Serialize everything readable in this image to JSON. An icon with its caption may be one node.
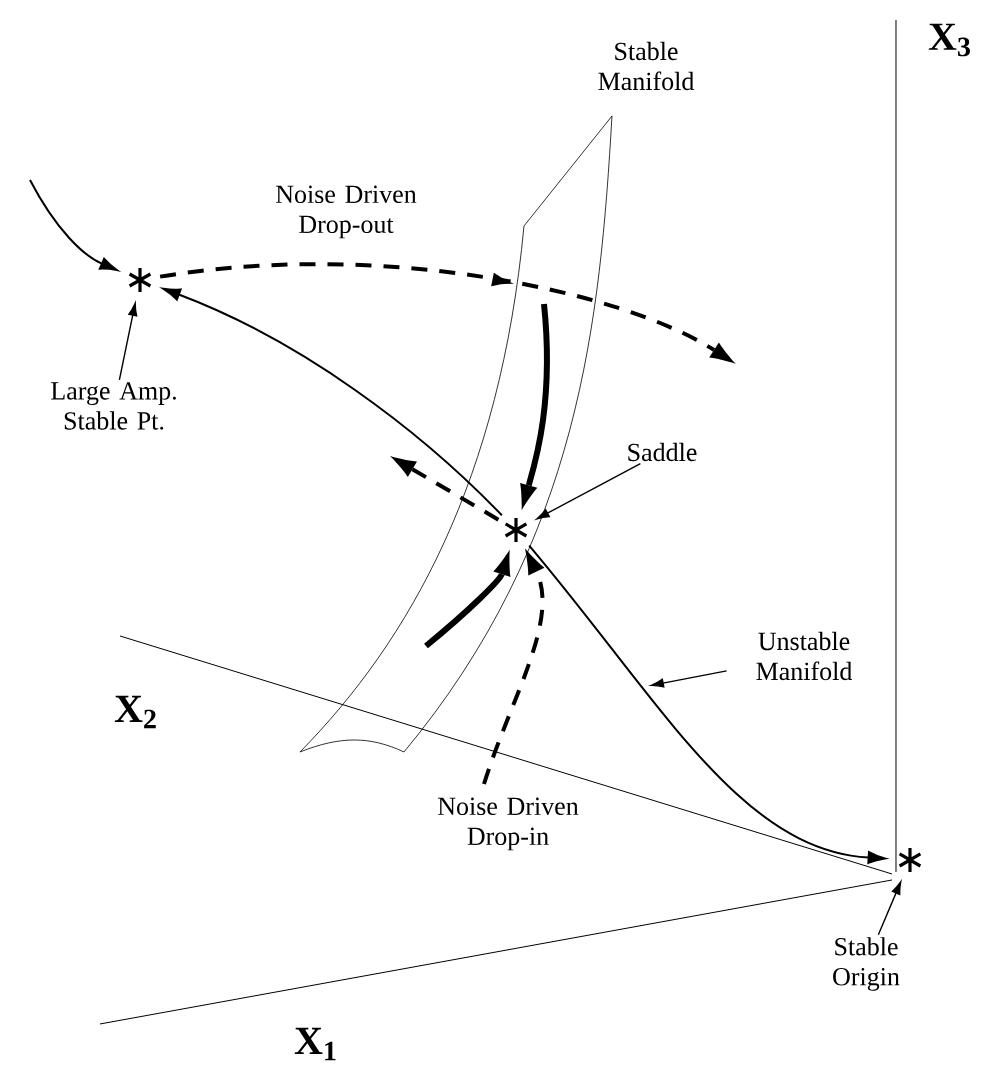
{
  "diagram": {
    "nodes": [
      {
        "text": [],
        "shape": "asterisk"
      },
      {
        "text": [],
        "shape": "asterisk"
      },
      {
        "text": [],
        "shape": "asterisk"
      },
      {
        "text": [
          "Large Amp. Stable Pt."
        ]
      },
      {
        "text": [
          "Saddle"
        ]
      },
      {
        "text": [
          "Unstable Manifold"
        ]
      },
      {
        "text": [
          "Stable Origin"
        ]
      }
    ],
    "edges": [
      {
        "from": null,
        "to": 0,
        "arrow": "to"
      },
      {
        "from": 1,
        "to": 0,
        "arrow": "to"
      },
      {
        "from": 1,
        "to": 2,
        "arrow": "to"
      },
      {
        "from": 0,
        "to": null,
        "arrow": "to",
        "style": "dashed",
        "label": "Noise Driven Drop-out"
      },
      {
        "from": null,
        "to": 1,
        "arrow": "to",
        "style": "dashed",
        "label": "Noise Driven Drop-in"
      },
      {
        "from": 1,
        "to": null,
        "arrow": "to",
        "style": "dashed"
      },
      {
        "from": null,
        "to": 1,
        "arrow": "to",
        "style": "thick"
      },
      {
        "from": null,
        "to": 1,
        "arrow": "to",
        "style": "thick"
      },
      {
        "from": 3,
        "to": 0,
        "arrow": "to"
      },
      {
        "from": 4,
        "to": 1,
        "arrow": "to"
      },
      {
        "from": 5,
        "to": null,
        "arrow": "to"
      },
      {
        "from": 6,
        "to": 2,
        "arrow": "to"
      }
    ],
    "labels": [
      "X$_{3}$",
      "Stable Manifold",
      "X$_{2}$",
      "X$_{1}$"
    ]
  }
}
